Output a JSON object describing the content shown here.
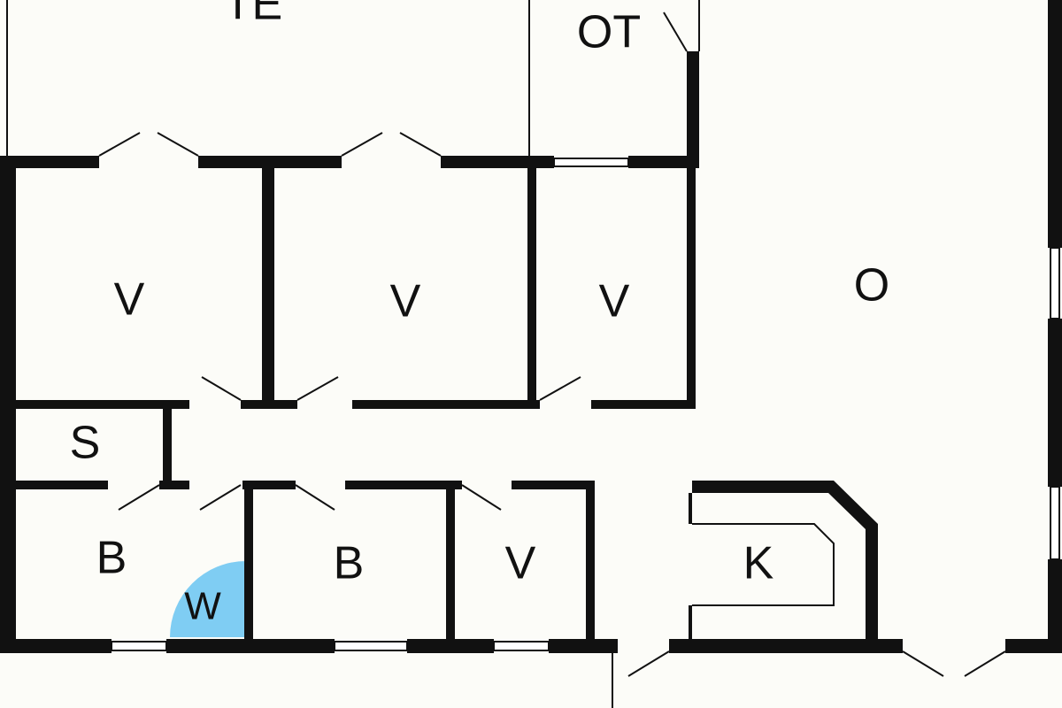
{
  "floorplan": {
    "rooms": {
      "te": "TE",
      "ot": "OT",
      "o": "O",
      "v1": "V",
      "v2": "V",
      "v3": "V",
      "s": "S",
      "b1": "B",
      "w": "W",
      "b2": "B",
      "v4": "V",
      "k": "K"
    },
    "colors": {
      "wall": "#111111",
      "background": "#fcfcf8",
      "whirlpool": "#7fcdf3"
    }
  }
}
